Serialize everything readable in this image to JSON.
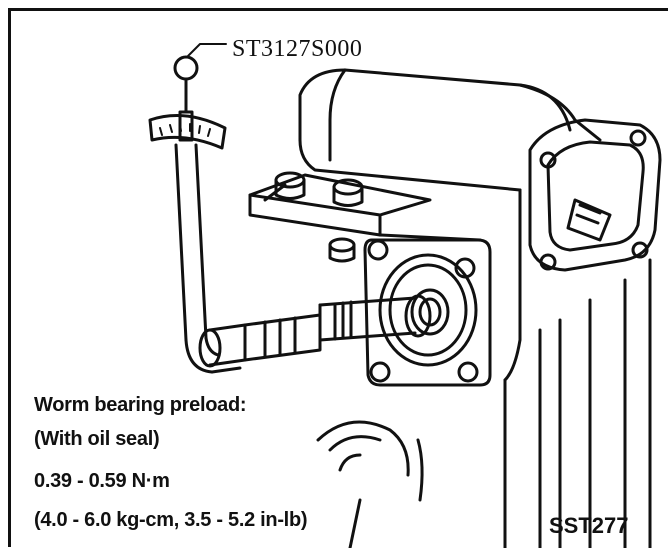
{
  "tool_callout": "ST3127S000",
  "spec": {
    "title": "Worm bearing preload:",
    "condition": "(With oil seal)",
    "value_nm": "0.39 - 0.59 N·m",
    "value_alt": "(4.0 - 6.0 kg-cm, 3.5 - 5.2 in-lb)"
  },
  "figure_code": "SST277"
}
